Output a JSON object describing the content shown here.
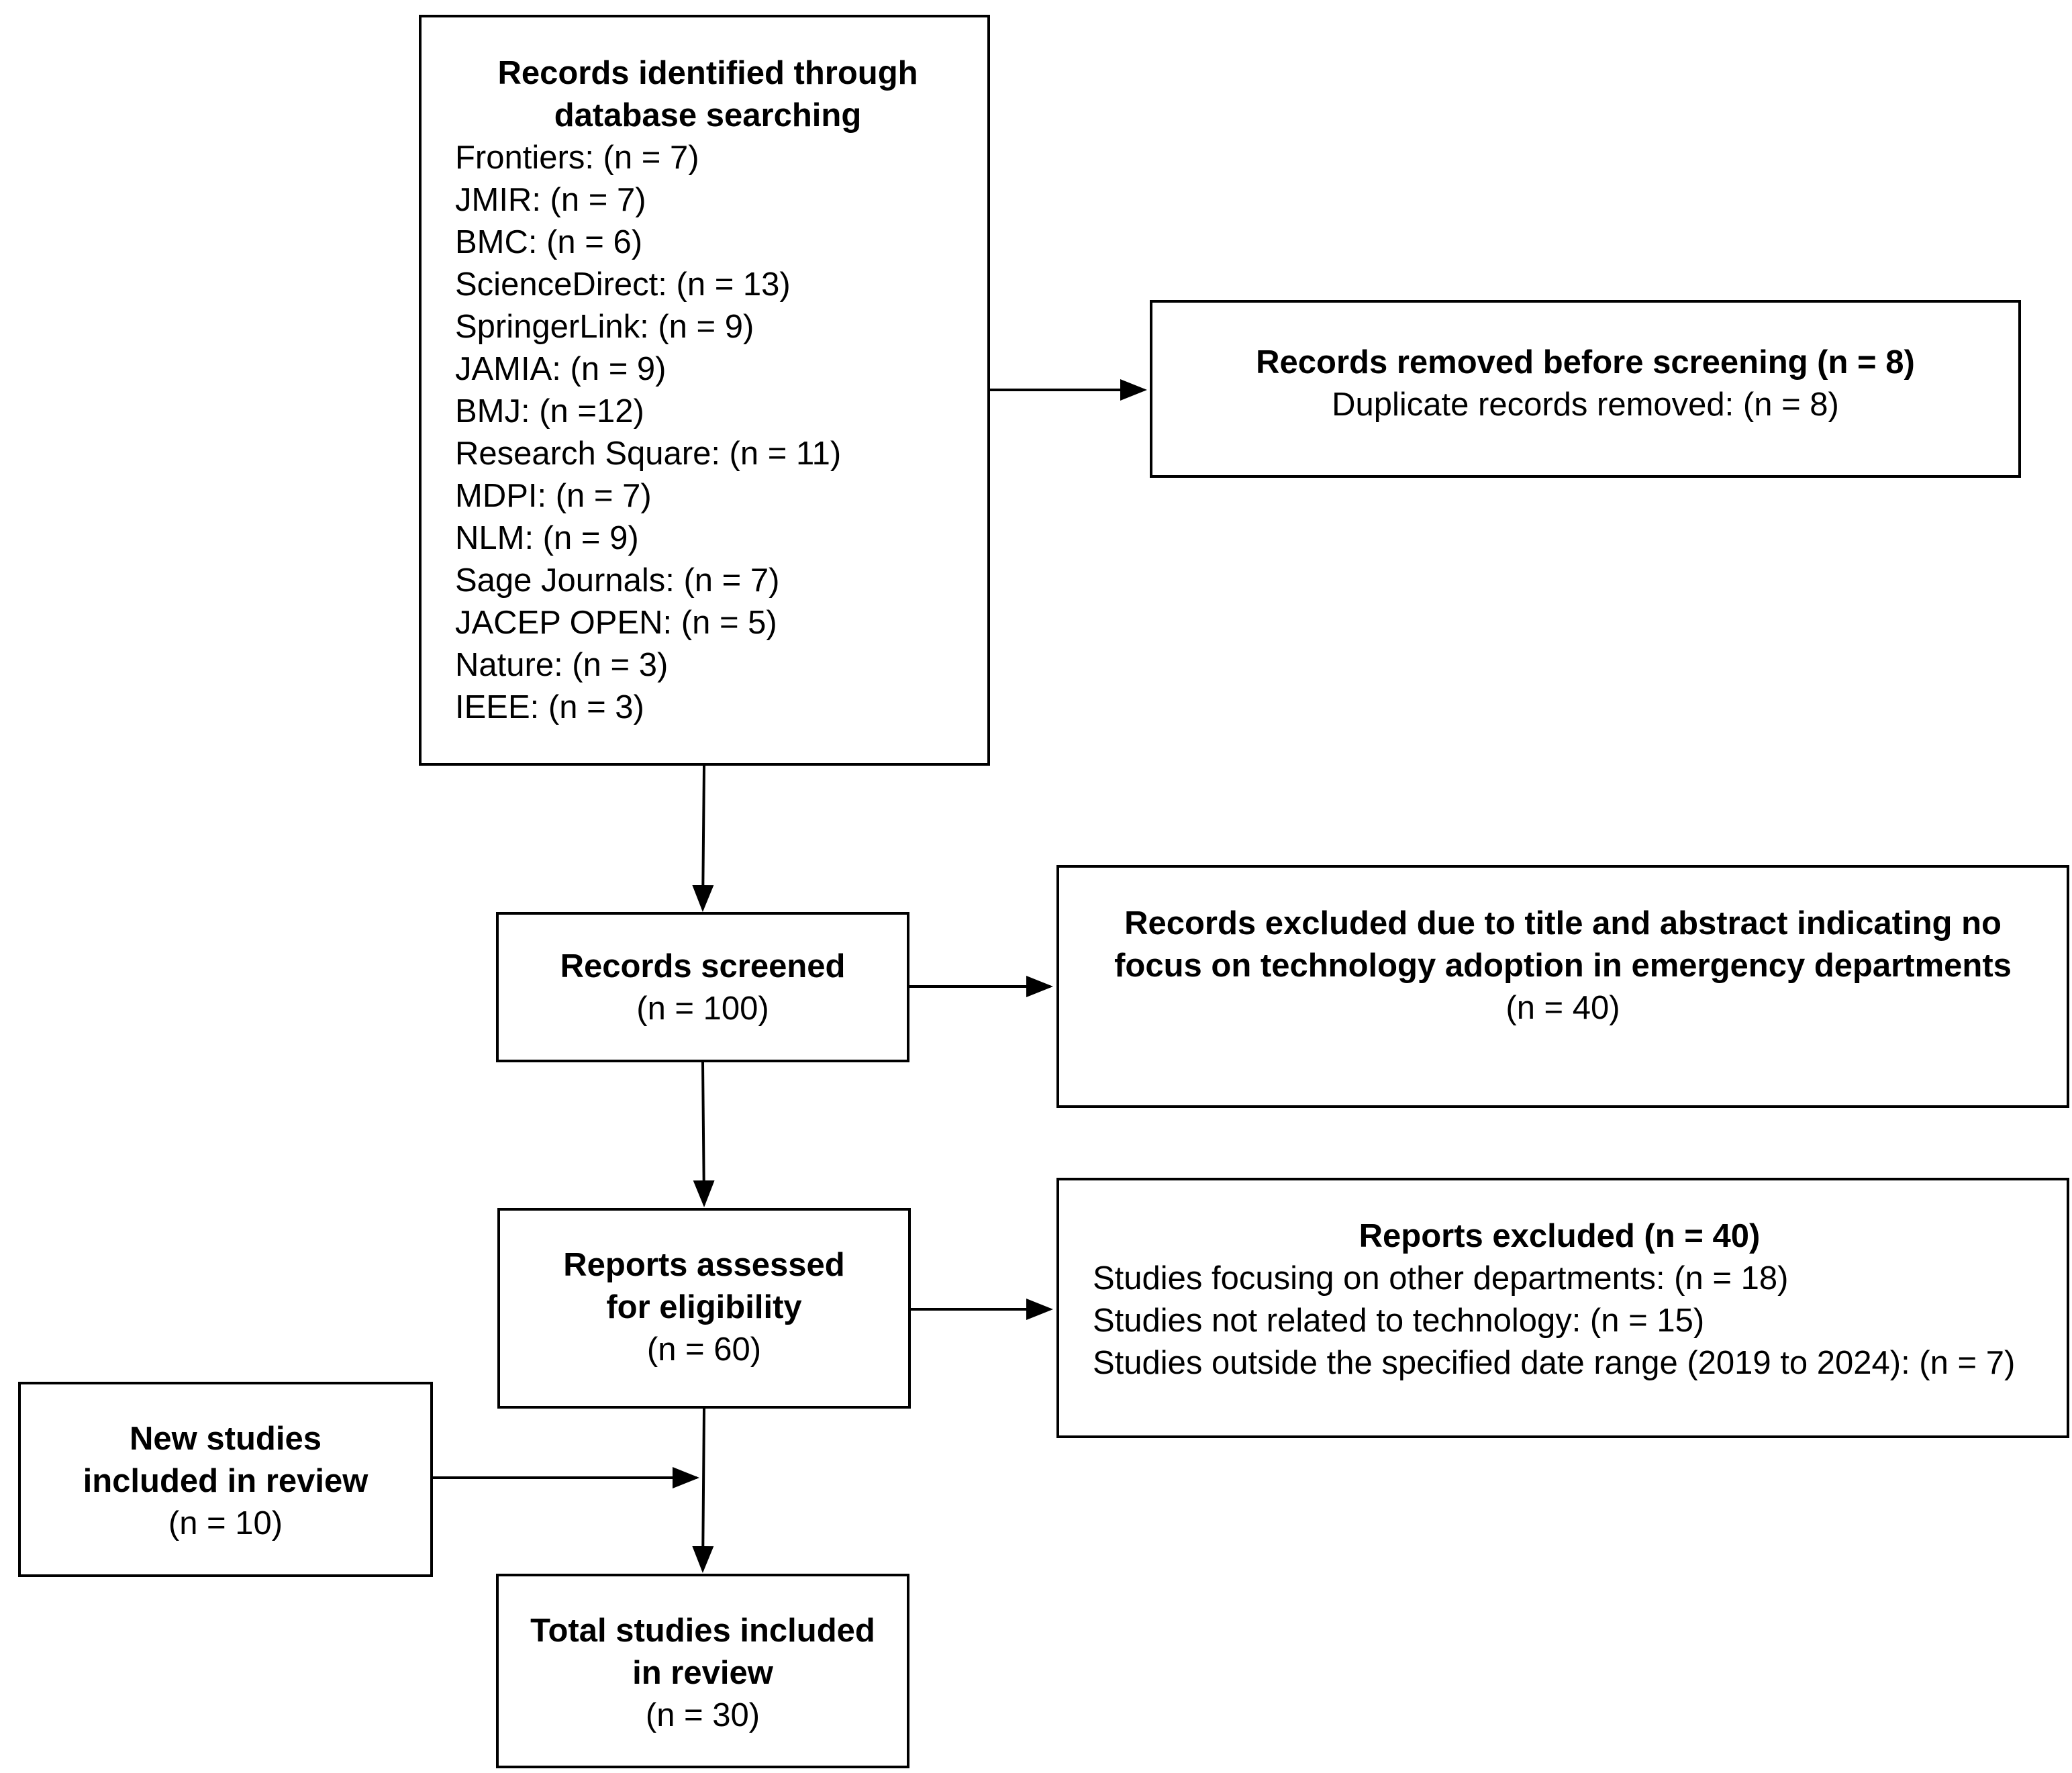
{
  "identification": {
    "title": "Records identified through database searching",
    "sources": [
      "Frontiers: (n = 7)",
      "JMIR: (n = 7)",
      "BMC: (n = 6)",
      "ScienceDirect: (n = 13)",
      "SpringerLink: (n = 9)",
      "JAMIA: (n = 9)",
      "BMJ: (n =12)",
      "Research Square: (n = 11)",
      "MDPI: (n = 7)",
      "NLM: (n = 9)",
      "Sage Journals: (n = 7)",
      "JACEP OPEN: (n = 5)",
      "Nature: (n = 3)",
      "IEEE: (n = 3)"
    ]
  },
  "removed": {
    "title": "Records removed before screening (n = 8)",
    "detail": "Duplicate records removed: (n = 8)"
  },
  "screened": {
    "title": "Records screened",
    "count": "(n = 100)"
  },
  "excluded_title": {
    "title": "Records excluded due to title and abstract indicating no focus on technology adoption in emergency departments",
    "count": "(n = 40)"
  },
  "assessed": {
    "title": "Reports assessed for eligibility",
    "count": "(n = 60)"
  },
  "reports_excluded": {
    "title": "Reports excluded (n = 40)",
    "reasons": [
      "Studies focusing on other departments: (n = 18)",
      "Studies not related to technology: (n = 15)",
      "Studies outside the specified date range (2019 to 2024): (n = 7)"
    ]
  },
  "new_studies": {
    "title": "New studies included in review",
    "count": "(n = 10)"
  },
  "total": {
    "title": "Total studies included in review",
    "count": "(n = 30)"
  }
}
